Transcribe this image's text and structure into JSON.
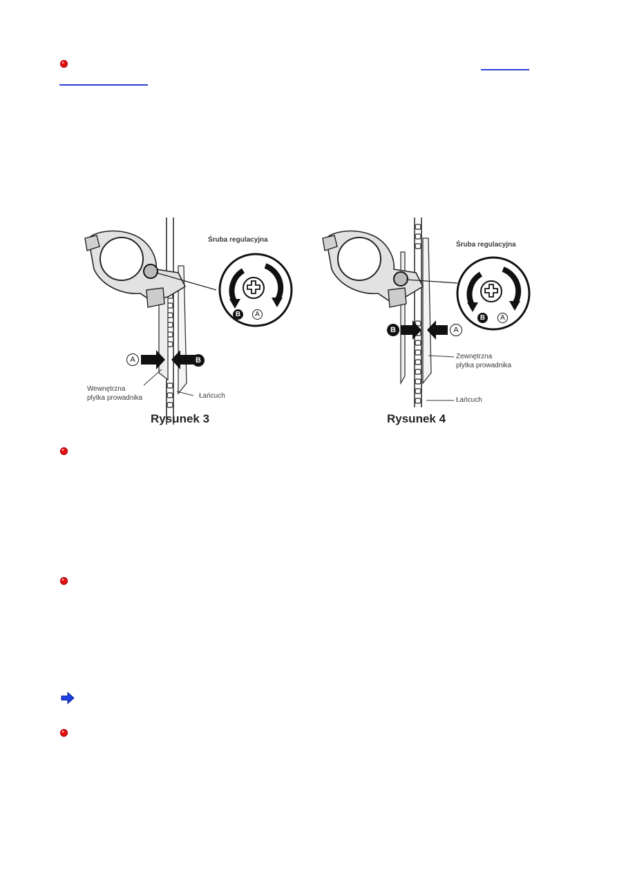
{
  "colors": {
    "bullet": "#e01010",
    "arrow_bullet": "#1a3fe6",
    "link": "#2a3fd6"
  },
  "bullets": [
    {
      "icon": "red-dot-icon"
    },
    {
      "icon": "red-dot-icon"
    },
    {
      "icon": "red-dot-icon"
    },
    {
      "icon": "blue-arrow-icon"
    },
    {
      "icon": "red-dot-icon"
    }
  ],
  "figure3": {
    "screw_label": "Śruba regulacyjna",
    "letter_a": "A",
    "letter_b": "B",
    "plate_label": "Wewnętrzna\nplytka prowadnika",
    "chain_label": "Łańcuch",
    "caption": "Rysunek 3"
  },
  "figure4": {
    "screw_label": "Śruba regulacyjna",
    "letter_a": "A",
    "letter_b": "B",
    "plate_label": "Zewnętrzna\nplytka prowadnika",
    "chain_label": "Łańcuch",
    "caption": "Rysunek 4"
  }
}
